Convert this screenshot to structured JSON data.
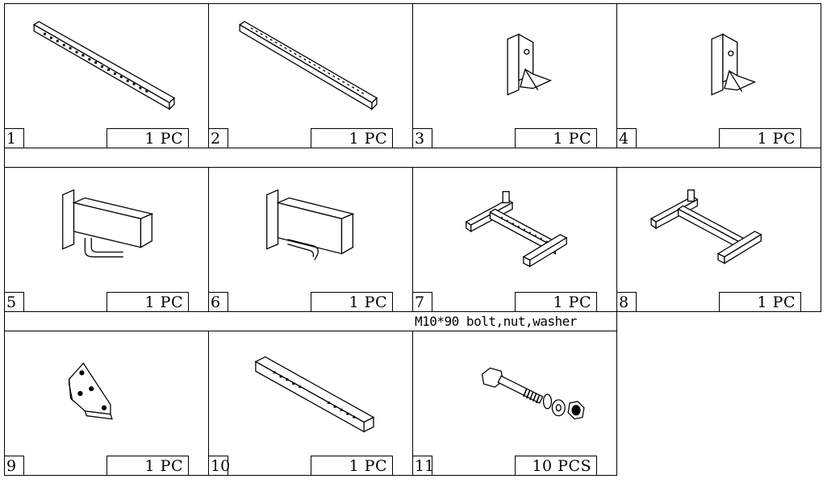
{
  "parts": [
    {
      "number": "1",
      "quantity": "1 PC",
      "icon": "long-slotted-beam"
    },
    {
      "number": "2",
      "quantity": "1 PC",
      "icon": "long-perforated-beam"
    },
    {
      "number": "3",
      "quantity": "1 PC",
      "icon": "bracket-with-gusset"
    },
    {
      "number": "4",
      "quantity": "1 PC",
      "icon": "bracket-with-gusset-mirror"
    },
    {
      "number": "5",
      "quantity": "1 PC",
      "icon": "dip-handle-left"
    },
    {
      "number": "6",
      "quantity": "1 PC",
      "icon": "dip-handle-right"
    },
    {
      "number": "7",
      "quantity": "1 PC",
      "icon": "h-base-frame"
    },
    {
      "number": "8",
      "quantity": "1 PC",
      "icon": "h-base-frame-mirror"
    },
    {
      "number": "9",
      "quantity": "1 PC",
      "icon": "triangular-plate"
    },
    {
      "number": "10",
      "quantity": "1 PC",
      "icon": "square-tube-beam"
    },
    {
      "number": "11",
      "quantity": "10 PCS",
      "icon": "bolt-nut-washer"
    }
  ],
  "hardware_caption": "M10*90  bolt,nut,washer"
}
